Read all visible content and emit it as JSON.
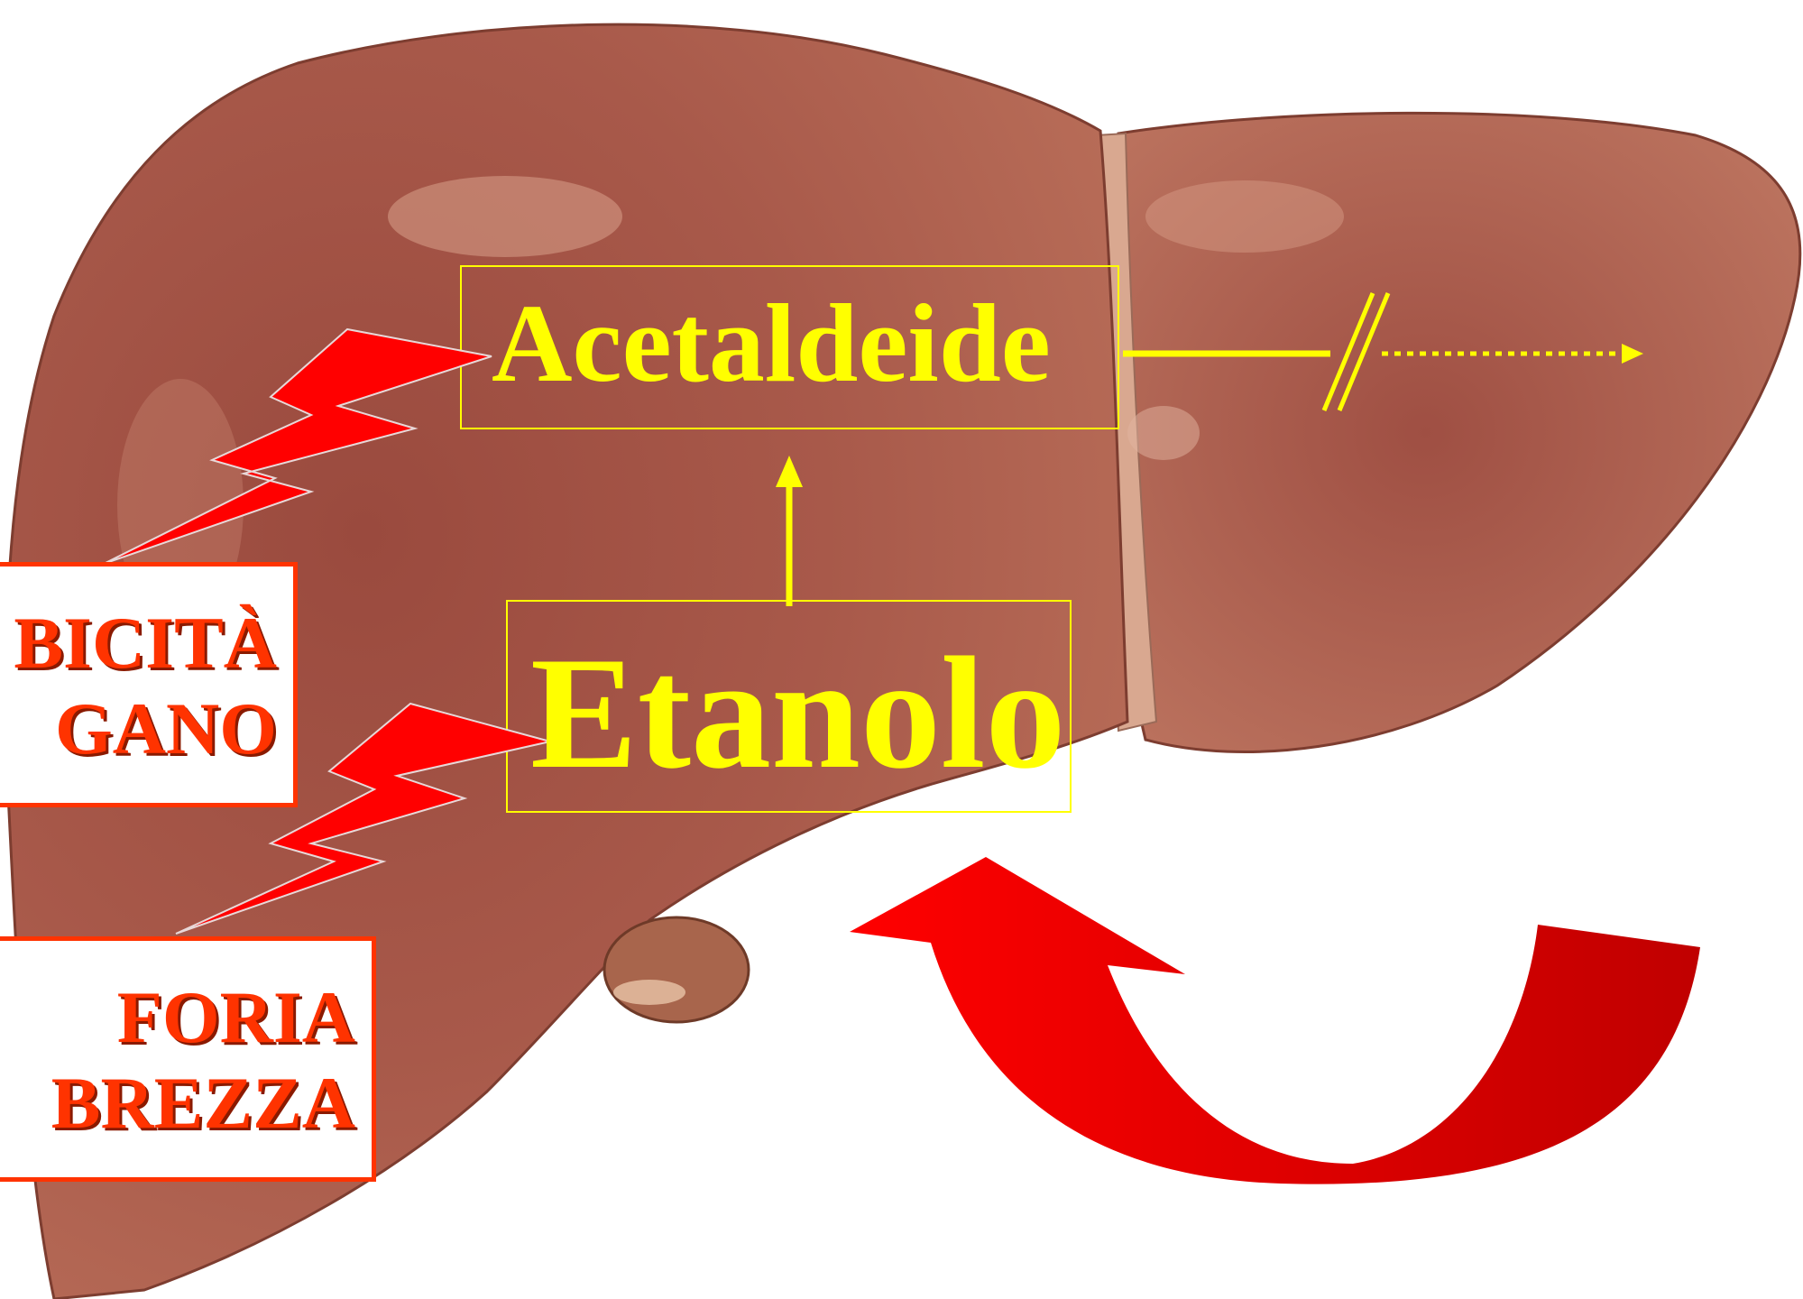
{
  "labels": {
    "acetaldeide": "Acetaldeide",
    "etanolo": "Etanolo"
  },
  "boxes": {
    "tossicita": [
      "BICITÀ",
      "GANO"
    ],
    "euforia": [
      "FORIA",
      "BREZZA"
    ]
  },
  "colors": {
    "liver": "#a55a45",
    "liver_light": "#c98570",
    "liver_dark": "#8e4535",
    "label_yellow": "#ffff00",
    "bolt_red": "#ff0000",
    "box_border": "#ff3300",
    "box_text": "#ff3300",
    "curved_arrow": "#e00000"
  },
  "icons": [
    "lightning-bolt-icon",
    "curved-arrow-icon",
    "blocked-pathway-icon"
  ]
}
